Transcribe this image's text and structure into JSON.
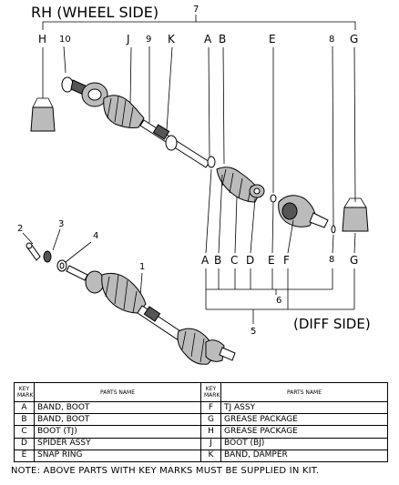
{
  "diagram": {
    "title": "RH (WHEEL SIDE)",
    "diff_side": "(DIFF SIDE)",
    "top_keys": [
      "H",
      "J",
      "K",
      "A",
      "B",
      "E",
      "G"
    ],
    "top_numbers": [
      "7",
      "10",
      "9",
      "8"
    ],
    "bottom_keys": [
      "A",
      "B",
      "C",
      "D",
      "E",
      "F",
      "G"
    ],
    "bottom_numbers": [
      "8",
      "6",
      "5"
    ],
    "small_parts_numbers": [
      "2",
      "3",
      "4"
    ],
    "assembly_number": "1"
  },
  "table": {
    "headers": {
      "key_mark": "KEY MARK",
      "parts_name": "PARTS NAME"
    },
    "rows": [
      {
        "key": "A",
        "name": "BAND, BOOT",
        "key2": "F",
        "name2": "TJ ASSY"
      },
      {
        "key": "B",
        "name": "BAND, BOOT",
        "key2": "G",
        "name2": "GREASE PACKAGE"
      },
      {
        "key": "C",
        "name": "BOOT (TJ)",
        "key2": "H",
        "name2": "GREASE PACKAGE"
      },
      {
        "key": "D",
        "name": "SPIDER ASSY",
        "key2": "J",
        "name2": "BOOT (BJ)"
      },
      {
        "key": "E",
        "name": "SNAP RING",
        "key2": "K",
        "name2": "BAND, DAMPER"
      }
    ]
  },
  "note": "NOTE: ABOVE PARTS WITH KEY MARKS MUST BE SUPPLIED IN KIT."
}
